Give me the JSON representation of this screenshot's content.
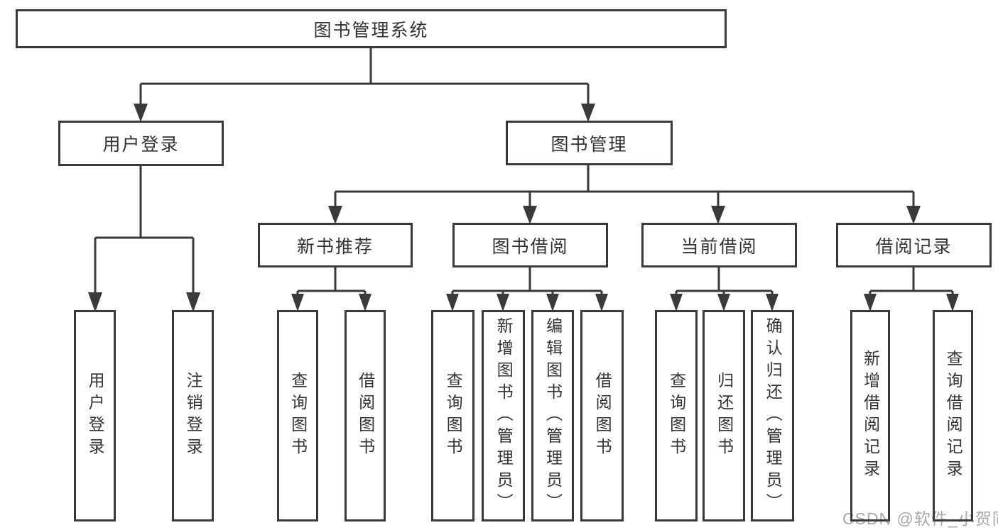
{
  "tree": {
    "root": "图书管理系统",
    "level2": [
      "用户登录",
      "图书管理"
    ],
    "level3": [
      "新书推荐",
      "图书借阅",
      "当前借阅",
      "借阅记录"
    ],
    "leaves": [
      "用户登录",
      "注销登录",
      "查询图书",
      "借阅图书",
      "查询图书",
      "新增图书（管理员）",
      "编辑图书（管理员）",
      "借阅图书",
      "查询图书",
      "归还图书",
      "确认归还（管理员）",
      "新增借阅记录",
      "查询借阅记录"
    ]
  },
  "watermark": "CSDN @软件_小贺同学",
  "colors": {
    "line": "#3a3a3a",
    "text": "#333333",
    "watermark": "#a8a8a8",
    "background": "#ffffff"
  }
}
